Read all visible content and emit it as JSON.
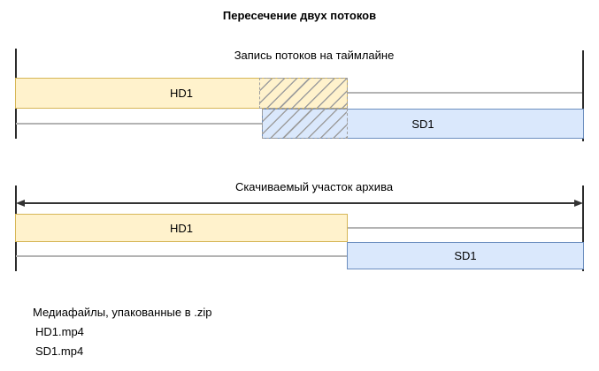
{
  "title": "Пересечение двух потоков",
  "timeline_recording": {
    "caption": "Запись потоков на таймлайне",
    "hd_bar_label": "HD1",
    "sd_bar_label": "SD1"
  },
  "timeline_download": {
    "caption": "Скачиваемый участок архива",
    "hd_bar_label": "HD1",
    "sd_bar_label": "SD1"
  },
  "files": {
    "heading": "Медиафайлы, упакованные в .zip",
    "items": [
      "HD1.mp4",
      "SD1.mp4"
    ]
  },
  "colors": {
    "hd_fill": "#FFF2CC",
    "hd_border": "#D6B656",
    "sd_fill": "#DAE8FC",
    "sd_border": "#6C8EBF",
    "hatch_line": "#9E9E9E",
    "row_line": "#B3B3B3",
    "axis": "#2B2B2B"
  }
}
